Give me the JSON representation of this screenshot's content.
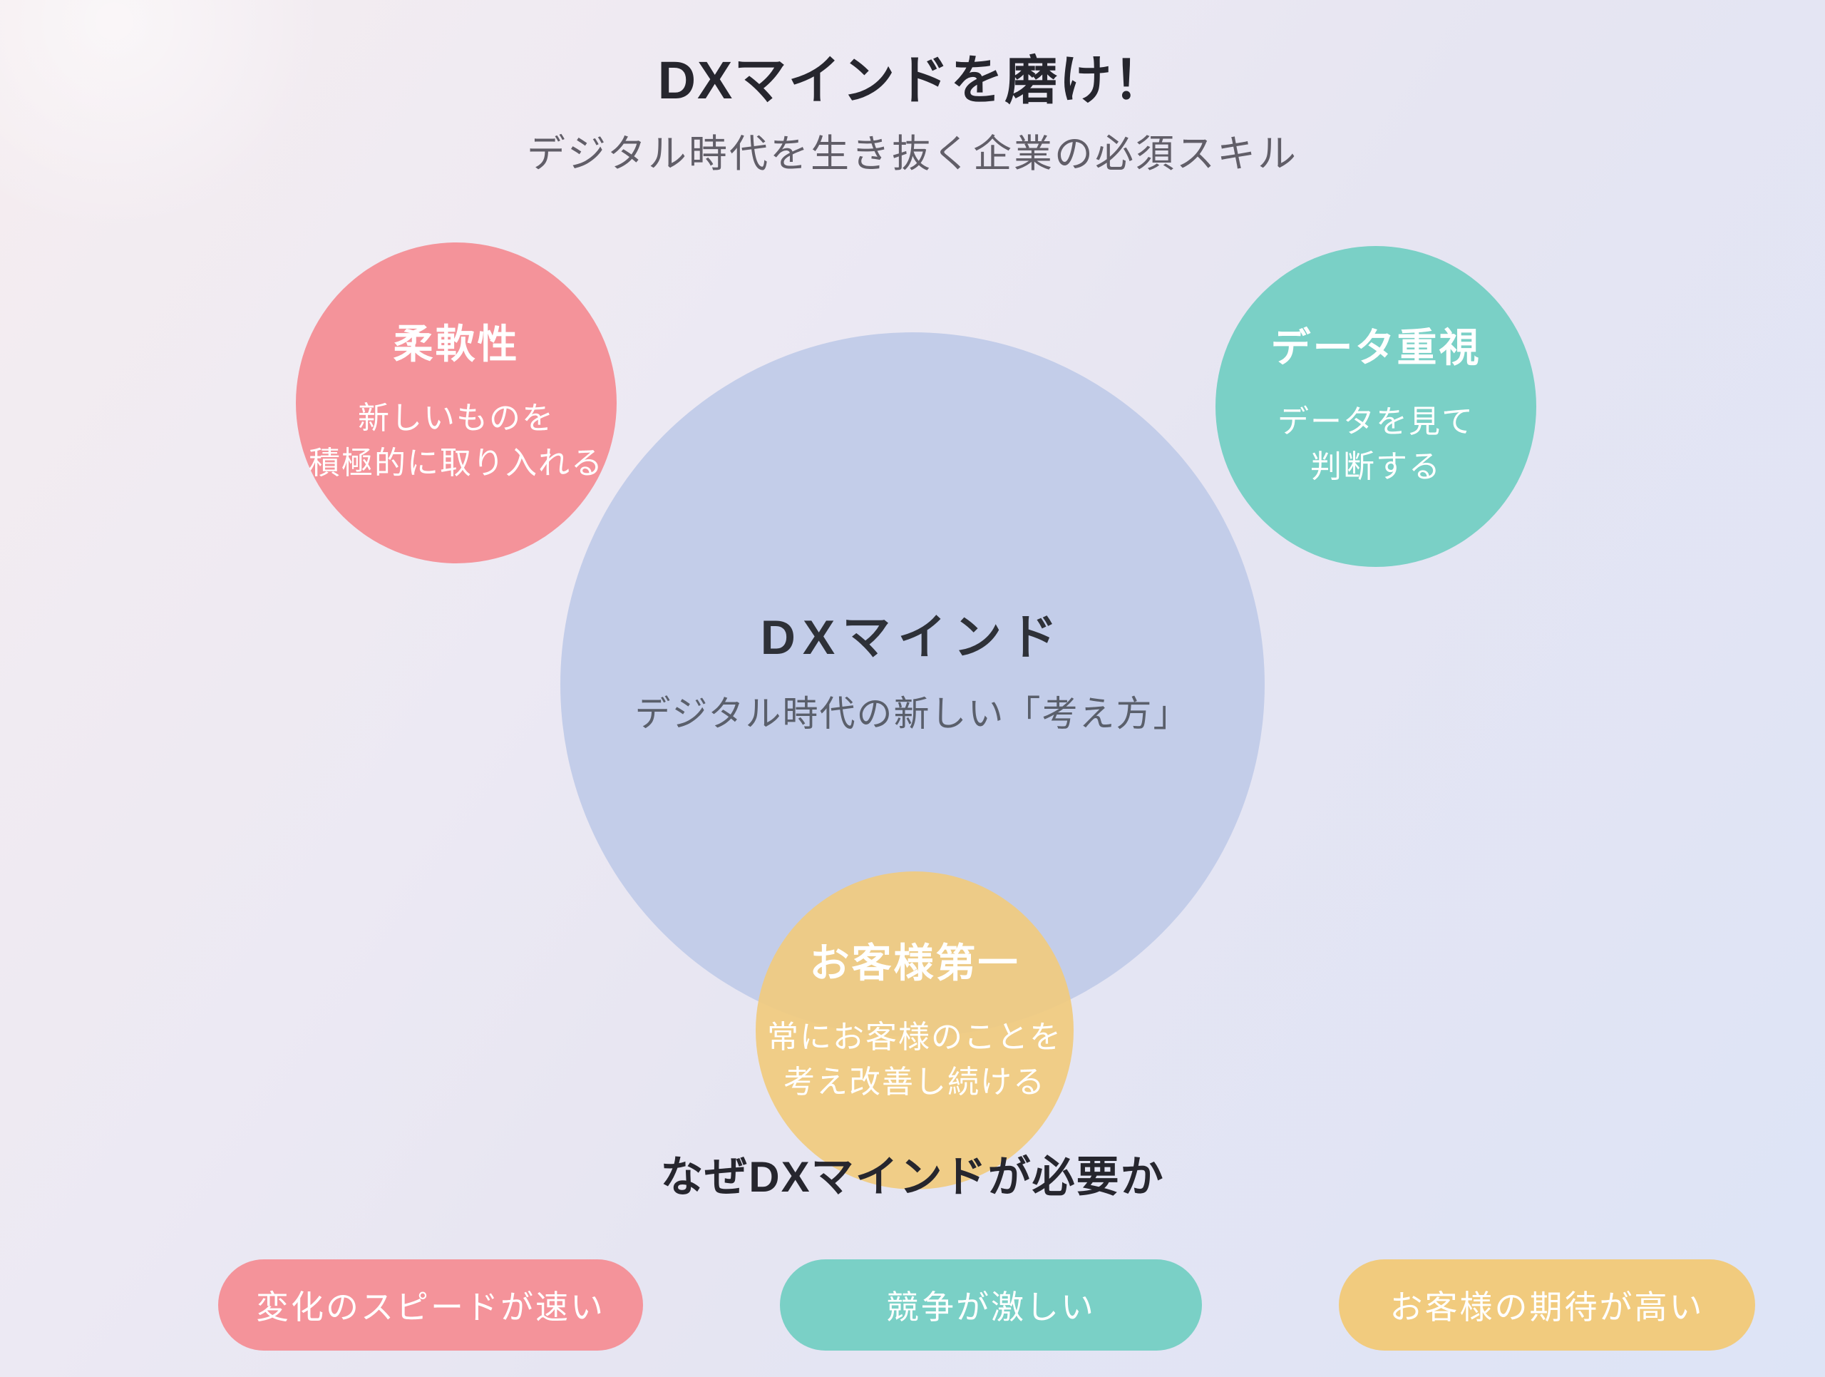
{
  "page": {
    "title": "DXマインドを磨け！",
    "subtitle": "デジタル時代を生き抜く企業の必須スキル"
  },
  "center_circle": {
    "title": "DXマインド",
    "subtitle": "デジタル時代の新しい「考え方」"
  },
  "satellites": [
    {
      "title": "柔軟性",
      "desc_line1": "新しいものを",
      "desc_line2": "積極的に取り入れる"
    },
    {
      "title": "データ重視",
      "desc_line1": "データを見て",
      "desc_line2": "判断する"
    },
    {
      "title": "お客様第一",
      "desc_line1": "常にお客様のことを",
      "desc_line2": "考え改善し続ける"
    }
  ],
  "why_section": {
    "heading": "なぜDXマインドが必要か",
    "reasons": [
      "変化のスピードが速い",
      "競争が激しい",
      "お客様の期待が高い"
    ]
  },
  "palette": {
    "coral": "#F4939A",
    "teal": "#7AD0C6",
    "amber": "#F1CB7E",
    "amber_translucent": "rgba(241, 203, 126, 0.92)",
    "center_blue": "#C3CDE9",
    "dark_text": "#26262E",
    "muted_text": "#615E68"
  }
}
